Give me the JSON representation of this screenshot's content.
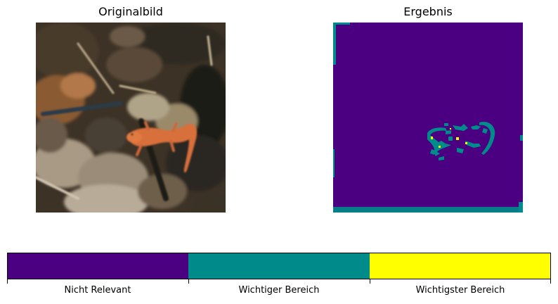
{
  "panels": {
    "original": {
      "title": "Originalbild",
      "image": "forest-floor-with-orange-newt"
    },
    "result": {
      "title": "Ergebnis",
      "image": "segmentation-map-of-newt"
    }
  },
  "colorbar": {
    "categories": [
      {
        "label": "Nicht Relevant",
        "color": "#4b0082"
      },
      {
        "label": "Wichtiger Bereich",
        "color": "#008b8b"
      },
      {
        "label": "Wichtigster Bereich",
        "color": "#ffff00"
      }
    ]
  }
}
